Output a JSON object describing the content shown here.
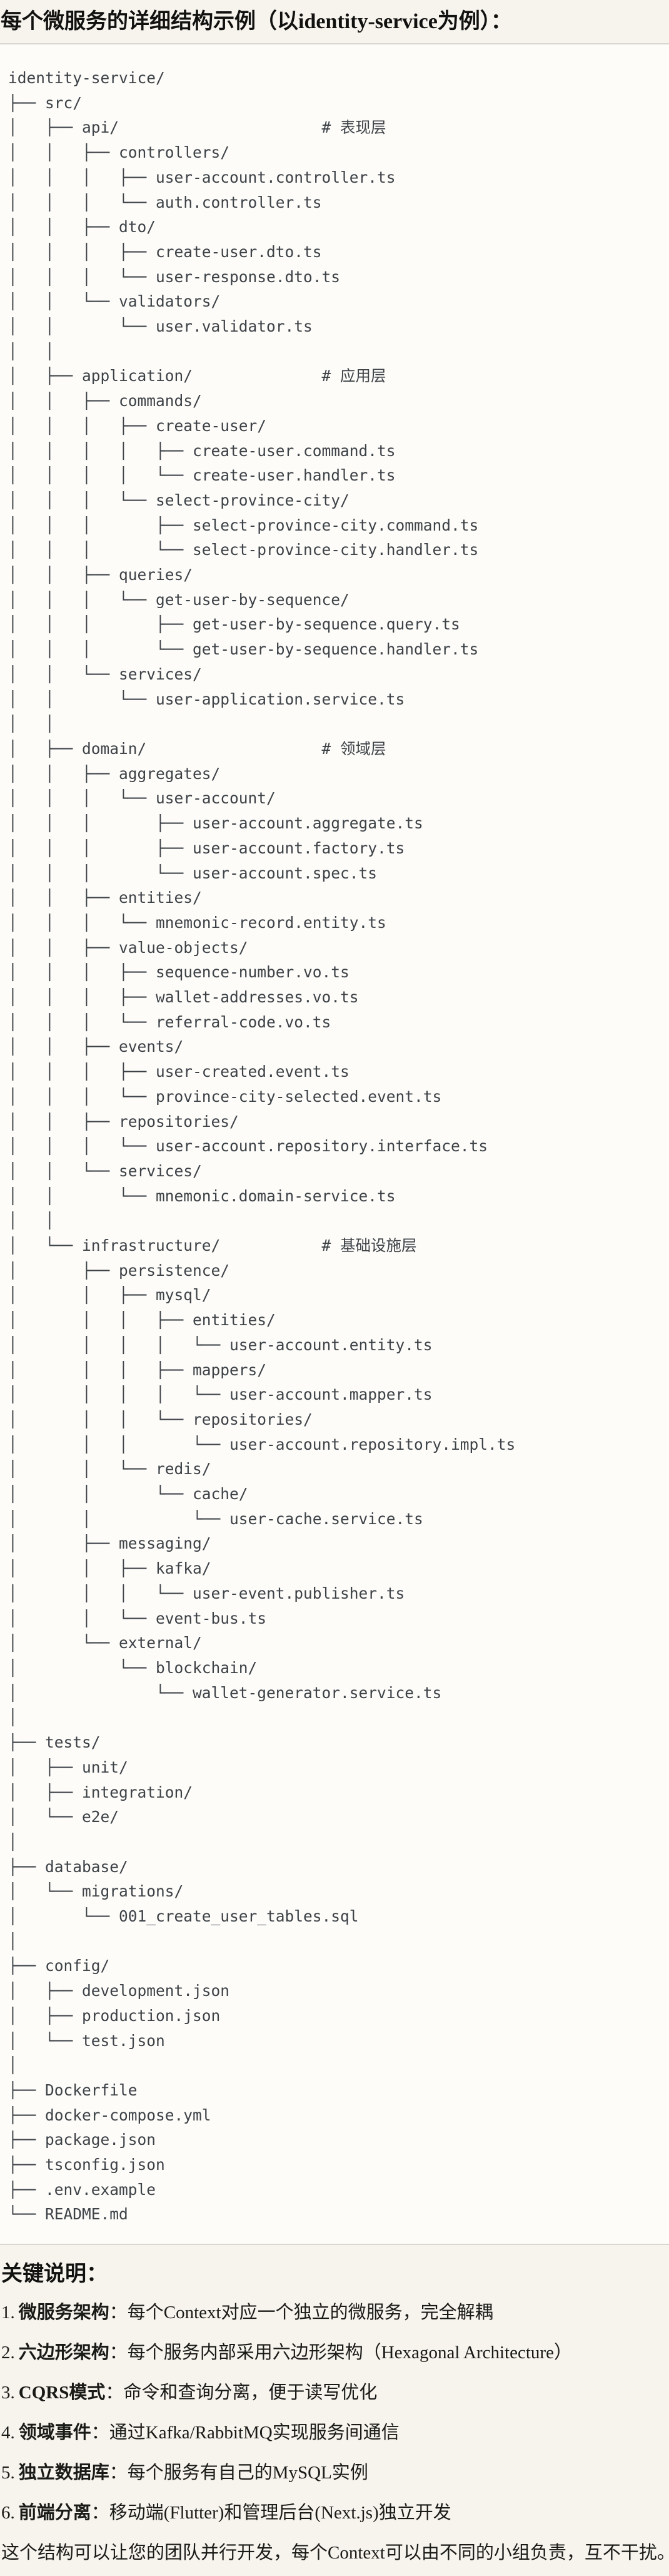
{
  "page": {
    "title": "每个微服务的详细结构示例（以identity-service为例）：",
    "colors": {
      "page_background": "#f7f4ee",
      "code_background": "#fdfcf9",
      "code_border": "#dad7d0",
      "code_text": "#3d4247",
      "body_text": "#1a1a17"
    },
    "tree_lines": [
      "identity-service/",
      "├── src/",
      "│   ├── api/                      # 表现层",
      "│   │   ├── controllers/",
      "│   │   │   ├── user-account.controller.ts",
      "│   │   │   └── auth.controller.ts",
      "│   │   ├── dto/",
      "│   │   │   ├── create-user.dto.ts",
      "│   │   │   └── user-response.dto.ts",
      "│   │   └── validators/",
      "│   │       └── user.validator.ts",
      "│   │",
      "│   ├── application/              # 应用层",
      "│   │   ├── commands/",
      "│   │   │   ├── create-user/",
      "│   │   │   │   ├── create-user.command.ts",
      "│   │   │   │   └── create-user.handler.ts",
      "│   │   │   └── select-province-city/",
      "│   │   │       ├── select-province-city.command.ts",
      "│   │   │       └── select-province-city.handler.ts",
      "│   │   ├── queries/",
      "│   │   │   └── get-user-by-sequence/",
      "│   │   │       ├── get-user-by-sequence.query.ts",
      "│   │   │       └── get-user-by-sequence.handler.ts",
      "│   │   └── services/",
      "│   │       └── user-application.service.ts",
      "│   │",
      "│   ├── domain/                   # 领域层",
      "│   │   ├── aggregates/",
      "│   │   │   └── user-account/",
      "│   │   │       ├── user-account.aggregate.ts",
      "│   │   │       ├── user-account.factory.ts",
      "│   │   │       └── user-account.spec.ts",
      "│   │   ├── entities/",
      "│   │   │   └── mnemonic-record.entity.ts",
      "│   │   ├── value-objects/",
      "│   │   │   ├── sequence-number.vo.ts",
      "│   │   │   ├── wallet-addresses.vo.ts",
      "│   │   │   └── referral-code.vo.ts",
      "│   │   ├── events/",
      "│   │   │   ├── user-created.event.ts",
      "│   │   │   └── province-city-selected.event.ts",
      "│   │   ├── repositories/",
      "│   │   │   └── user-account.repository.interface.ts",
      "│   │   └── services/",
      "│   │       └── mnemonic.domain-service.ts",
      "│   │",
      "│   └── infrastructure/           # 基础设施层",
      "│       ├── persistence/",
      "│       │   ├── mysql/",
      "│       │   │   ├── entities/",
      "│       │   │   │   └── user-account.entity.ts",
      "│       │   │   ├── mappers/",
      "│       │   │   │   └── user-account.mapper.ts",
      "│       │   │   └── repositories/",
      "│       │   │       └── user-account.repository.impl.ts",
      "│       │   └── redis/",
      "│       │       └── cache/",
      "│       │           └── user-cache.service.ts",
      "│       ├── messaging/",
      "│       │   ├── kafka/",
      "│       │   │   └── user-event.publisher.ts",
      "│       │   └── event-bus.ts",
      "│       └── external/",
      "│           └── blockchain/",
      "│               └── wallet-generator.service.ts",
      "│",
      "├── tests/",
      "│   ├── unit/",
      "│   ├── integration/",
      "│   └── e2e/",
      "│",
      "├── database/",
      "│   └── migrations/",
      "│       └── 001_create_user_tables.sql",
      "│",
      "├── config/",
      "│   ├── development.json",
      "│   ├── production.json",
      "│   └── test.json",
      "│",
      "├── Dockerfile",
      "├── docker-compose.yml",
      "├── package.json",
      "├── tsconfig.json",
      "├── .env.example",
      "└── README.md"
    ],
    "notes": {
      "heading": "关键说明：",
      "items": [
        {
          "num": "1.",
          "term": "微服务架构",
          "desc": "：每个Context对应一个独立的微服务，完全解耦"
        },
        {
          "num": "2.",
          "term": "六边形架构",
          "desc": "：每个服务内部采用六边形架构（Hexagonal Architecture）"
        },
        {
          "num": "3.",
          "term": "CQRS模式",
          "desc": "：命令和查询分离，便于读写优化"
        },
        {
          "num": "4.",
          "term": "领域事件",
          "desc": "：通过Kafka/RabbitMQ实现服务间通信"
        },
        {
          "num": "5.",
          "term": "独立数据库",
          "desc": "：每个服务有自己的MySQL实例"
        },
        {
          "num": "6.",
          "term": "前端分离",
          "desc": "：移动端(Flutter)和管理后台(Next.js)独立开发"
        }
      ],
      "footer": "这个结构可以让您的团队并行开发，每个Context可以由不同的小组负责，互不干扰。"
    }
  }
}
